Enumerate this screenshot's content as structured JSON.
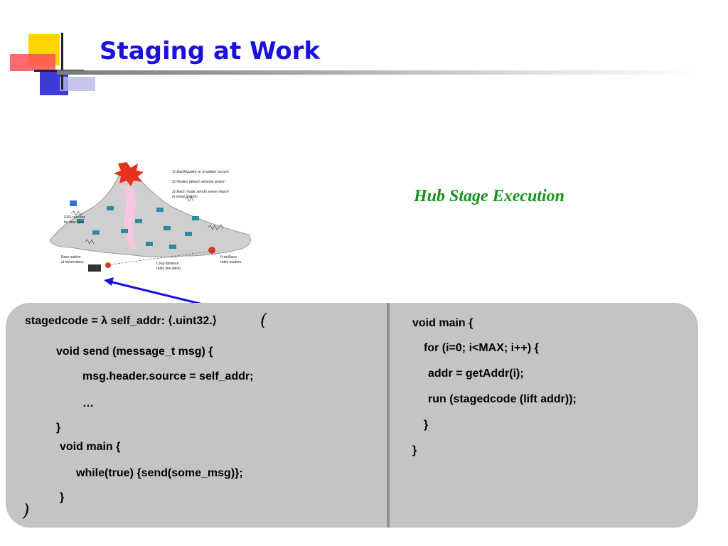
{
  "slide": {
    "title": "Staging at Work",
    "hub_title": "Hub Stage Execution"
  },
  "figure": {
    "steps": [
      "1) Earthquake or eruption occurs",
      "2) Nodes detect seismic event",
      "3) Each node sends event report",
      "to base station"
    ],
    "gps_label": [
      "GPS receiver",
      "for time sync"
    ],
    "base_label": [
      "Base station",
      "at observatory"
    ],
    "radio_link_label": [
      "Long-distance",
      "radio link (4km)"
    ],
    "modem_label": [
      "FreeWave",
      "radio modem"
    ]
  },
  "left_code": {
    "open_paren": "(",
    "close_paren": ")",
    "lines": [
      "stagedcode = λ self_addr: ⟨.uint32.⟩",
      "void send (message_t msg) {",
      "msg.header.source = self_addr;",
      "…",
      "}",
      "void main {",
      "while(true) {send(some_msg)};",
      "}"
    ]
  },
  "right_code": {
    "lines": [
      "void main {",
      "for (i=0; i<MAX; i++) {",
      "addr = getAddr(i);",
      "run (stagedcode (lift addr));",
      "}",
      "}"
    ]
  },
  "colors": {
    "title": "#1a10e0",
    "hub_title": "#13931c",
    "panel": "#c4c4c4",
    "arrow": "#1a10e0"
  }
}
